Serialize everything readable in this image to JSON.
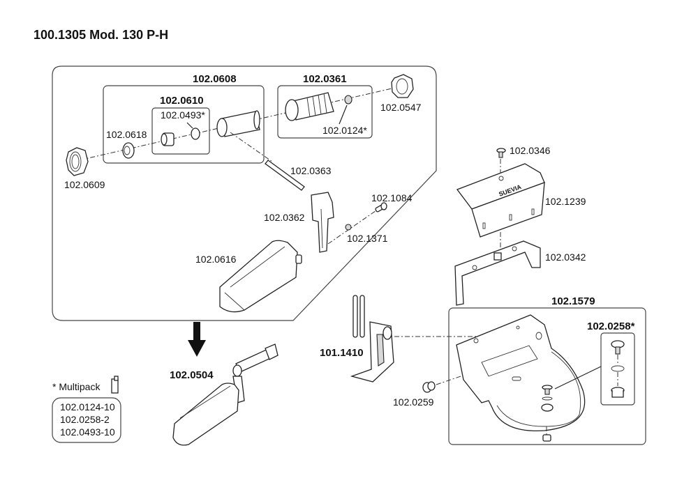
{
  "title": "100.1305 Mod. 130 P-H",
  "groups": {
    "valve_assembly": "102.0608",
    "valve_insert": "102.0610",
    "inlet_connector": "102.0361",
    "bowl": "102.1579",
    "valve_screw_set": "102.0258*",
    "complete_float_valve": "102.0504",
    "heater": "101.1410"
  },
  "parts": {
    "nut_left": "102.0609",
    "washer": "102.0618",
    "seal_insert": "102.0493*",
    "filter_seal": "102.0124*",
    "nut_right": "102.0547",
    "pin": "102.0363",
    "float_arm": "102.0362",
    "screw": "102.1084",
    "small_washer": "102.1371",
    "float": "102.0616",
    "cover_screw": "102.0346",
    "cover": "102.1239",
    "bracket": "102.0342",
    "plug": "102.0259"
  },
  "brand_text": "SUEVIA",
  "multipack": {
    "heading": "* Multipack",
    "items": [
      "102.0124-10",
      "102.0258-2",
      "102.0493-10"
    ]
  }
}
